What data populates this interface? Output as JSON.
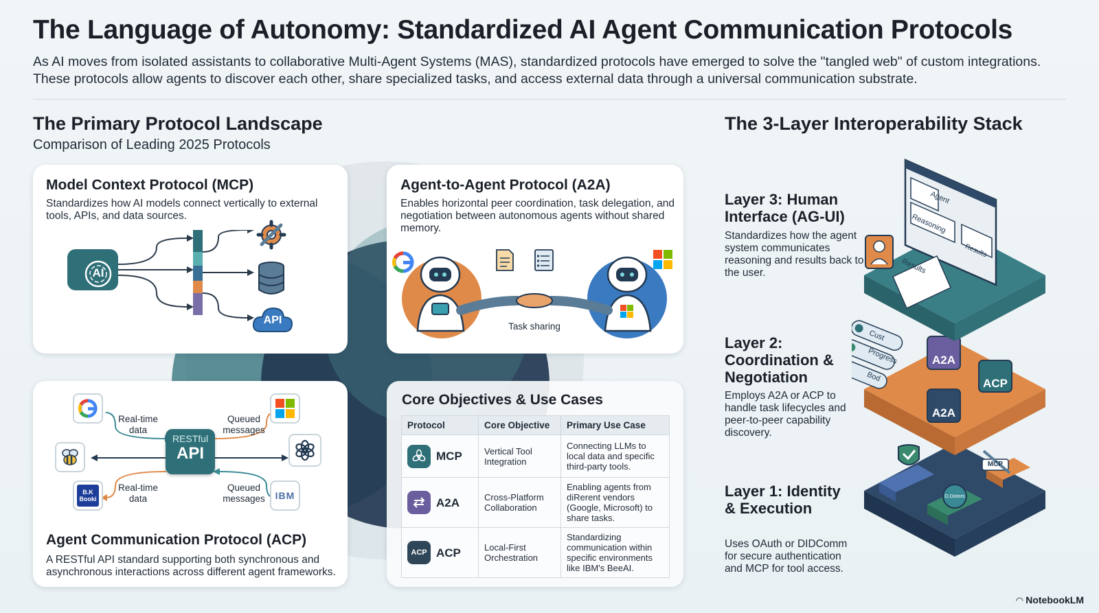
{
  "header": {
    "title": "The Language of Autonomy: Standardized AI Agent Communication Protocols",
    "intro": "As AI moves from isolated assistants to collaborative Multi-Agent Systems (MAS), standardized protocols have emerged to solve the \"tangled web\" of custom integrations. These protocols allow agents to discover each other, share specialized tasks, and access external data through a universal communication substrate."
  },
  "landscape": {
    "title": "The Primary Protocol Landscape",
    "subtitle": "Comparison of Leading 2025 Protocols"
  },
  "mcp_card": {
    "title": "Model Context Protocol (MCP)",
    "desc": "Standardizes how AI models connect vertically to external tools, APIs, and data sources.",
    "ai_label": "AI",
    "api_label": "API"
  },
  "a2a_card": {
    "title": "Agent-to-Agent Protocol (A2A)",
    "desc": "Enables horizontal peer coordination, task delegation, and negotiation between autonomous agents without shared memory.",
    "caption": "Task sharing"
  },
  "acp_card": {
    "title": "Agent Communication Protocol (ACP)",
    "desc": "A RESTful API standard supporting both synchronous and asynchronous interactions across different agent frameworks.",
    "hub_top": "RESTful",
    "hub_main": "API",
    "label_tl": "Real-time data",
    "label_tr": "Queued messages",
    "label_bl": "Real-time data",
    "label_br": "Queued messages",
    "booking_logo": "B.K Booki",
    "ibm_logo": "IBM"
  },
  "objectives": {
    "title": "Core Objectives & Use Cases",
    "headers": [
      "Protocol",
      "Core Objective",
      "Primary Use Case"
    ],
    "rows": [
      {
        "protocol": "MCP",
        "objective": "Vertical Tool Integration",
        "use_case": "Connecting LLMs to local data and specific third-party tools.",
        "color": "#2e6f78"
      },
      {
        "protocol": "A2A",
        "objective": "Cross-Platform Collaboration",
        "use_case": "Enabling agents from diRerent vendors (Google, Microsoft) to share tasks.",
        "color": "#6a5e9e"
      },
      {
        "protocol": "ACP",
        "objective": "Local-First Orchestration",
        "use_case": "Standardizing communication within specific environments like IBM's BeeAI.",
        "color": "#2f4658"
      }
    ]
  },
  "stack": {
    "title": "The 3-Layer Interoperability Stack",
    "layers": [
      {
        "title": "Layer 3: Human Interface (AG-UI)",
        "desc": "Standardizes how the agent system communicates reasoning and results back to the user."
      },
      {
        "title": "Layer 2: Coordination & Negotiation",
        "desc": "Employs A2A or ACP to handle task lifecycles and peer-to-peer capability discovery."
      },
      {
        "title": "Layer 1: Identity & Execution",
        "desc": "Uses OAuth or DIDComm for secure authentication and MCP for tool access."
      }
    ],
    "screen_labels": [
      "Agent",
      "Reasoning",
      "Results",
      "Results"
    ],
    "l2_chips": [
      "A2A",
      "ACP",
      "A2A"
    ],
    "l2_tags": [
      "Cust",
      "Progress",
      "Bod"
    ],
    "l1_tags": [
      "MCP",
      "D.Dotors"
    ]
  },
  "footer": {
    "brand": "NotebookLM"
  },
  "colors": {
    "teal": "#2e6f78",
    "orange": "#e08a4a",
    "purple": "#7a6ea8",
    "navy": "#233a52"
  }
}
